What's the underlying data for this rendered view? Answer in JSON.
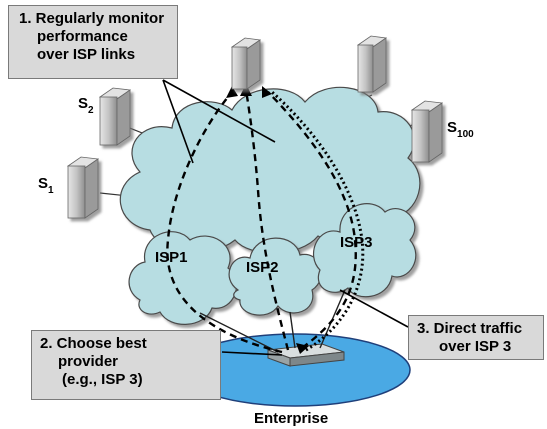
{
  "callouts": {
    "monitor": [
      "1. Regularly monitor",
      "performance",
      "over ISP links"
    ],
    "choose": [
      "2. Choose best",
      "provider",
      "(e.g., ISP 3)"
    ],
    "direct": [
      "3. Direct traffic",
      "over ISP 3"
    ]
  },
  "isps": [
    "ISP1",
    "ISP2",
    "ISP3"
  ],
  "servers": {
    "s1": {
      "base": "S",
      "sub": "1"
    },
    "s2": {
      "base": "S",
      "sub": "2"
    },
    "s100": {
      "base": "S",
      "sub": "100"
    }
  },
  "enterprise_label": "Enterprise",
  "colors": {
    "cloud_fill": "#b7dde2",
    "cloud_stroke": "#4a4a4a",
    "enterprise_fill": "#4aa9e4",
    "server_body": "#bfbfbf",
    "callout_fill": "#d9d9d9"
  }
}
